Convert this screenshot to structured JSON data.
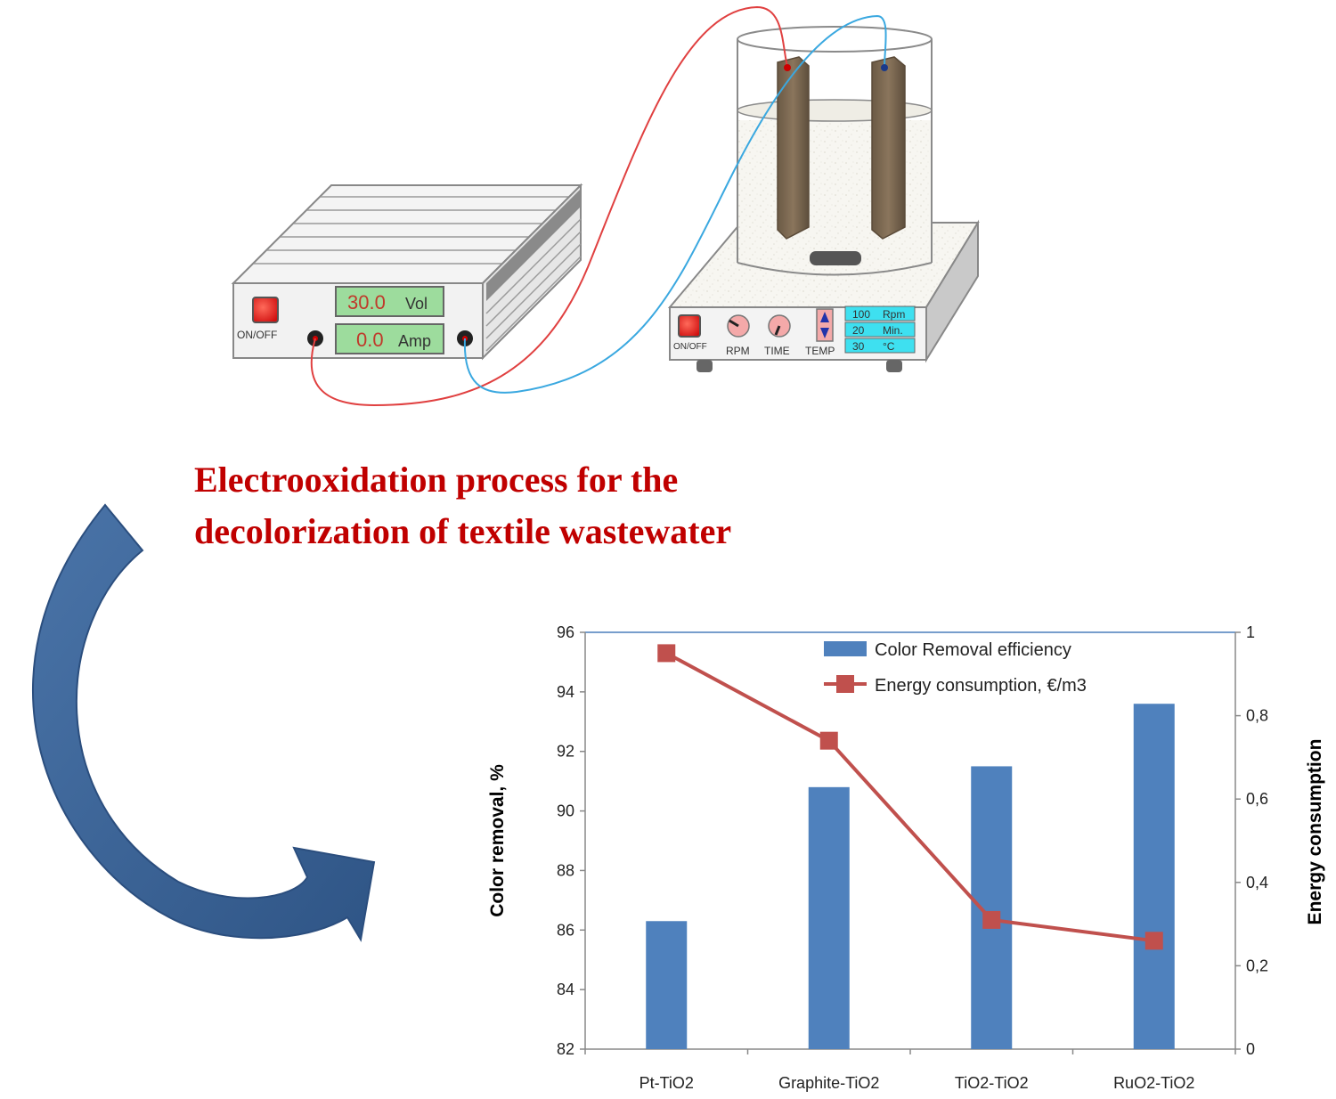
{
  "power_supply": {
    "onoff_label": "ON/OFF",
    "voltage": {
      "value": "30.0",
      "unit": "Vol"
    },
    "current": {
      "value": "0.0",
      "unit": "Amp"
    }
  },
  "stirrer": {
    "onoff_label": "ON/OFF",
    "knob_rpm_label": "RPM",
    "knob_time_label": "TIME",
    "temp_label": "TEMP",
    "display": [
      {
        "value": "100",
        "unit": "Rpm"
      },
      {
        "value": "20",
        "unit": "Min."
      },
      {
        "value": "30",
        "unit": "°C"
      }
    ]
  },
  "caption": {
    "line1": "Electrooxidation process for the",
    "line2": "decolorization of textile wastewater"
  },
  "colors": {
    "bar": "#4f81bd",
    "line": "#c0504d",
    "caption": "#c00000",
    "arrow": "#3f6899",
    "wire_red": "#e04040",
    "wire_blue": "#3aa8e0"
  },
  "chart_data": {
    "type": "bar",
    "categories": [
      "Pt-TiO2",
      "Graphite-TiO2",
      "TiO2-TiO2",
      "RuO2-TiO2"
    ],
    "series": [
      {
        "name": "Color Removal efficiency",
        "type": "bar",
        "axis": "left",
        "values": [
          86.3,
          90.8,
          91.5,
          93.6
        ]
      },
      {
        "name": "Energy consumption, €/m3",
        "type": "line",
        "axis": "right",
        "marker": "square",
        "values": [
          0.95,
          0.74,
          0.31,
          0.26
        ]
      }
    ],
    "ylabel": "Color removal, %",
    "y2label": "Energy consumption",
    "ylim": [
      82,
      96
    ],
    "yticks": [
      "82",
      "84",
      "86",
      "88",
      "90",
      "92",
      "94",
      "96"
    ],
    "y2lim": [
      0,
      1
    ],
    "y2ticks": [
      "0",
      "0,2",
      "0,4",
      "0,6",
      "0,8",
      "1"
    ],
    "legend_position": "top-right",
    "grid": false
  }
}
